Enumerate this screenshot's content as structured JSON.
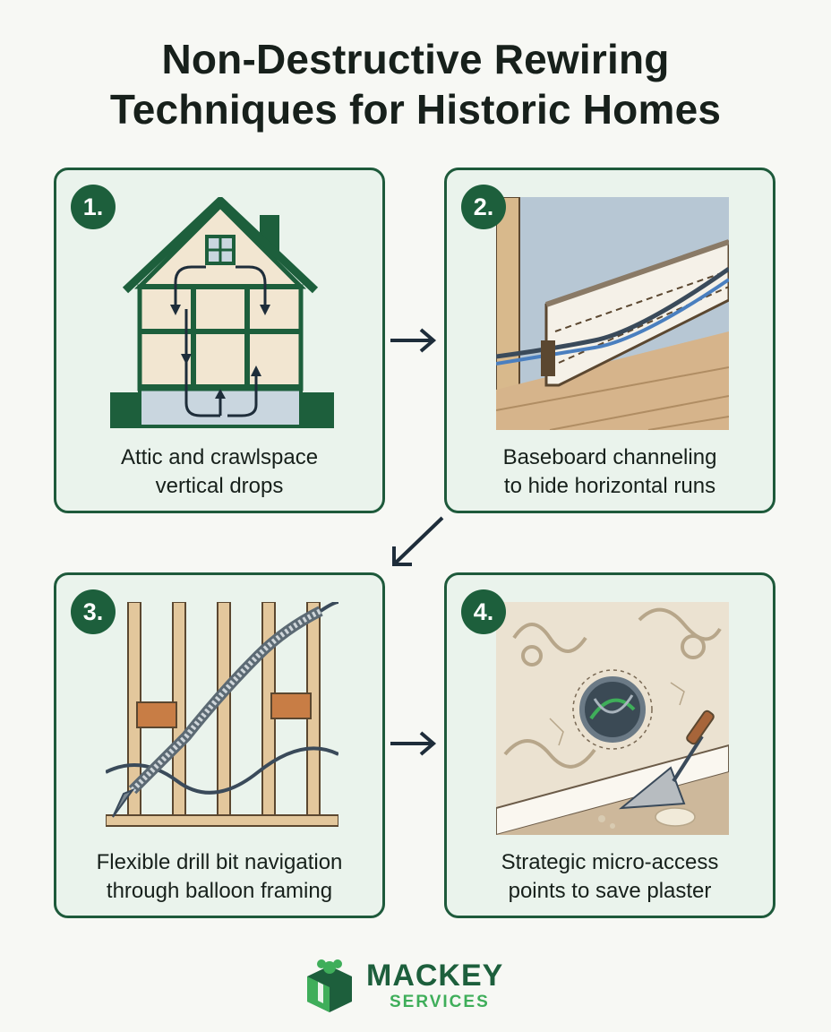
{
  "title": {
    "line1": "Non-Destructive Rewiring",
    "line2": "Techniques for Historic Homes"
  },
  "steps": [
    {
      "number": "1.",
      "caption_line1": "Attic and crawlspace",
      "caption_line2": "vertical drops",
      "illustration": "house-cross-section"
    },
    {
      "number": "2.",
      "caption_line1": "Baseboard channeling",
      "caption_line2": "to hide horizontal runs",
      "illustration": "baseboard-channel"
    },
    {
      "number": "3.",
      "caption_line1": "Flexible drill bit navigation",
      "caption_line2": "through balloon framing",
      "illustration": "balloon-framing-drill"
    },
    {
      "number": "4.",
      "caption_line1": "Strategic micro-access",
      "caption_line2": "points to save plaster",
      "illustration": "plaster-access-hole"
    }
  ],
  "brand": {
    "name": "MACKEY",
    "sub": "SERVICES"
  },
  "colors": {
    "primary": "#1d5f3c",
    "accent": "#3fae5a",
    "card_bg": "#eaf3ec",
    "background": "#f7f8f4",
    "text": "#17201b"
  }
}
